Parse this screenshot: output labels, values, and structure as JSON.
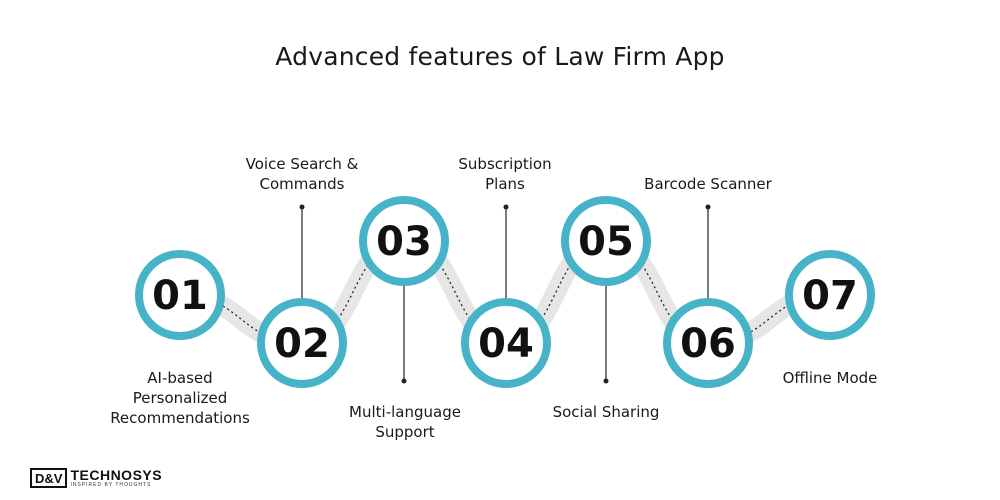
{
  "title": "Advanced features of Law Firm App",
  "brand": {
    "box_text": "D&V",
    "name": "TECHNOSYS",
    "tagline": "INSPIRED BY THOUGHTS"
  },
  "colors": {
    "ring": "#46B3C9",
    "connector": "#E6E6E6",
    "number": "#111111",
    "text": "#1a1a1a"
  },
  "steps": [
    {
      "number": "01",
      "label": "AI-based\nPersonalized\nRecommendations"
    },
    {
      "number": "02",
      "label": "Voice Search &\nCommands"
    },
    {
      "number": "03",
      "label": "Multi-language\nSupport"
    },
    {
      "number": "04",
      "label": "Subscription\nPlans"
    },
    {
      "number": "05",
      "label": "Social Sharing"
    },
    {
      "number": "06",
      "label": "Barcode Scanner"
    },
    {
      "number": "07",
      "label": "Offline Mode"
    }
  ]
}
